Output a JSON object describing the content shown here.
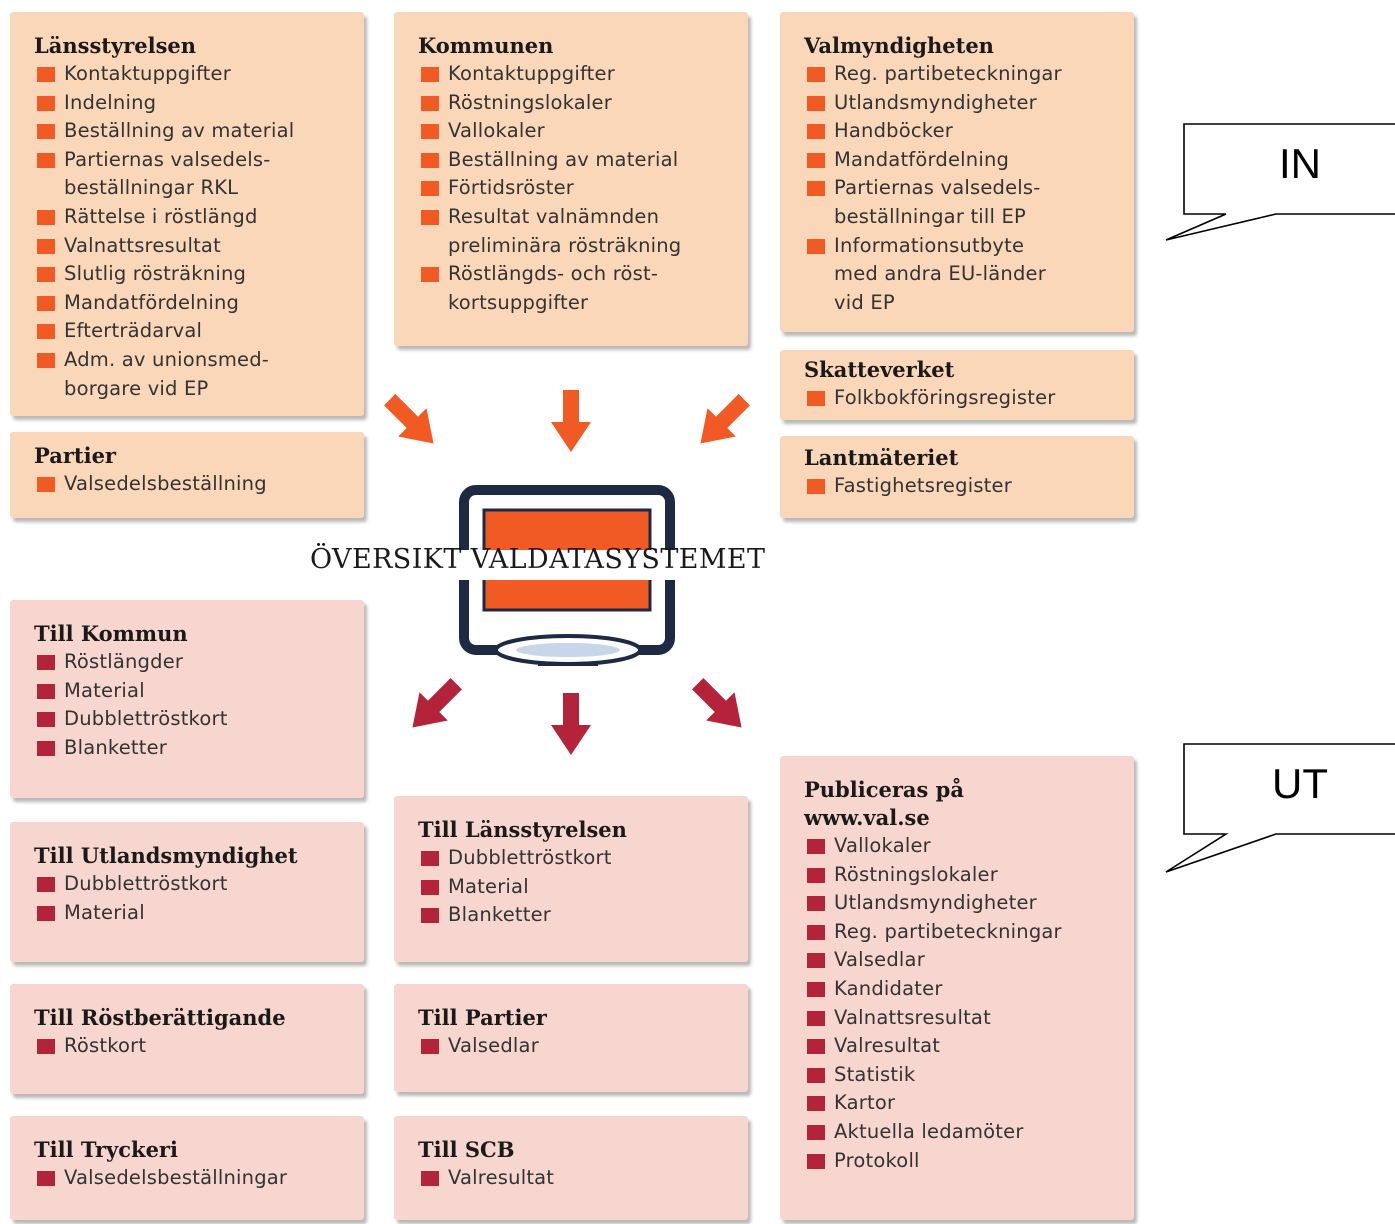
{
  "diagram_title": "ÖVERSIKT VALDATASYSTEMET",
  "colors": {
    "in_box": "#fbd7b9",
    "out_box": "#f6d6ce",
    "in_bullet": "#f15a22",
    "out_bullet": "#b3243a",
    "in_arrow": "#f15a22",
    "out_arrow": "#b3243a"
  },
  "callouts": {
    "in": "IN",
    "out": "UT"
  },
  "in_boxes": {
    "lansstyrelsen": {
      "title": "Länsstyrelsen",
      "items": [
        "Kontaktuppgifter",
        "Indelning",
        "Beställning av material",
        "Partiernas valsedels-\nbeställningar RKL",
        "Rättelse i röstlängd",
        "Valnattsresultat",
        "Slutlig rösträkning",
        "Mandatfördelning",
        "Efterträdarval",
        "Adm. av unionsmed-\nborgare vid EP"
      ]
    },
    "kommunen": {
      "title": "Kommunen",
      "items": [
        "Kontaktuppgifter",
        "Röstningslokaler",
        "Vallokaler",
        "Beställning av material",
        "Förtidsröster",
        "Resultat valnämnden\npreliminära rösträkning",
        "Röstlängds- och röst-\nkortsuppgifter"
      ]
    },
    "valmyndigheten": {
      "title": "Valmyndigheten",
      "items": [
        "Reg. partibeteckningar",
        "Utlandsmyndigheter",
        "Handböcker",
        "Mandatfördelning",
        "Partiernas valsedels-\nbeställningar till EP",
        "Informationsutbyte\nmed andra EU-länder\nvid EP"
      ]
    },
    "skatteverket": {
      "title": "Skatteverket",
      "items": [
        "Folkbokföringsregister"
      ]
    },
    "partier": {
      "title": "Partier",
      "items": [
        "Valsedelsbeställning"
      ]
    },
    "lantmateriet": {
      "title": "Lantmäteriet",
      "items": [
        "Fastighetsregister"
      ]
    }
  },
  "out_boxes": {
    "till_kommun": {
      "title": "Till Kommun",
      "items": [
        "Röstlängder",
        "Material",
        "Dubblettröstkort",
        "Blanketter"
      ]
    },
    "till_utlandsmyndighet": {
      "title": "Till Utlandsmyndighet",
      "items": [
        "Dubblettröstkort",
        "Material"
      ]
    },
    "till_rostberattigande": {
      "title": "Till Röstberättigande",
      "items": [
        "Röstkort"
      ]
    },
    "till_tryckeri": {
      "title": "Till Tryckeri",
      "items": [
        "Valsedelsbeställningar"
      ]
    },
    "till_lansstyrelsen": {
      "title": "Till Länsstyrelsen",
      "items": [
        "Dubblettröstkort",
        "Material",
        "Blanketter"
      ]
    },
    "till_partier": {
      "title": "Till Partier",
      "items": [
        "Valsedlar"
      ]
    },
    "till_scb": {
      "title": "Till SCB",
      "items": [
        "Valresultat"
      ]
    },
    "publiceras": {
      "title": "Publiceras på\nwww.val.se",
      "items": [
        "Vallokaler",
        "Röstningslokaler",
        "Utlandsmyndigheter",
        "Reg. partibeteckningar",
        "Valsedlar",
        "Kandidater",
        "Valnattsresultat",
        "Valresultat",
        "Statistik",
        "Kartor",
        "Aktuella ledamöter",
        "Protokoll"
      ]
    }
  }
}
